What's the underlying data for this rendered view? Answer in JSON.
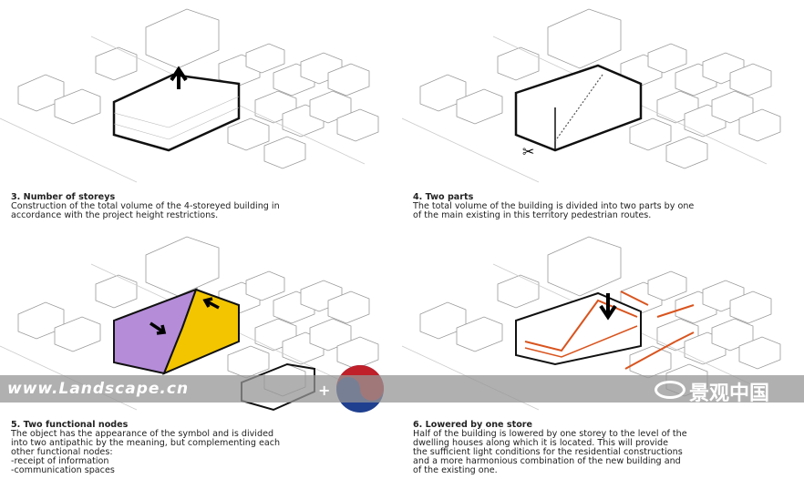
{
  "panels": [
    {
      "title": "3. Number of storeys",
      "lines": [
        "Construction of the total volume of the 4-storeyed building in",
        "accordance with the project height restrictions."
      ]
    },
    {
      "title": "4. Two parts",
      "lines": [
        "The total volume of the building is divided into two parts by one",
        "of the main existing in this territory pedestrian routes."
      ]
    },
    {
      "title": "5. Two functional nodes",
      "lines": [
        "The object has the appearance of the symbol and is divided",
        "into two antipathic by the meaning, but complementing each",
        "other functional nodes:",
        "-receipt of information",
        "-communication spaces"
      ]
    },
    {
      "title": "6. Lowered by one store",
      "lines": [
        "Half of the building is lowered by one storey to the level of the",
        "dwelling houses along which it is located. This will provide",
        "the sufficient light conditions for the residential constructions",
        "and a more harmonious combination of the new building and",
        "of the existing one."
      ]
    }
  ],
  "watermark": {
    "url": "www.Landscape.cn",
    "brand": "景观中国"
  },
  "colors": {
    "purple": "#b48cd8",
    "yellow": "#f2c500",
    "orange": "#d9541e",
    "red": "#c0202a",
    "blue": "#1f3f8f"
  }
}
